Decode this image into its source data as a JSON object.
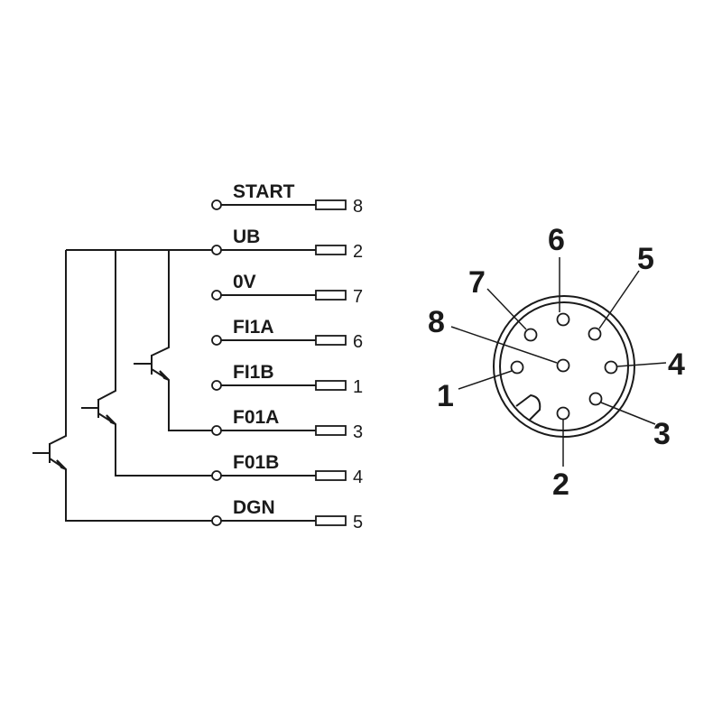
{
  "wiring": {
    "rows": [
      {
        "signal": "START",
        "pin": "8"
      },
      {
        "signal": "UB",
        "pin": "2"
      },
      {
        "signal": "0V",
        "pin": "7"
      },
      {
        "signal": "FI1A",
        "pin": "6"
      },
      {
        "signal": "FI1B",
        "pin": "1"
      },
      {
        "signal": "F01A",
        "pin": "3"
      },
      {
        "signal": "F01B",
        "pin": "4"
      },
      {
        "signal": "DGN",
        "pin": "5"
      }
    ]
  },
  "connector": {
    "pins": [
      "1",
      "2",
      "3",
      "4",
      "5",
      "6",
      "7",
      "8"
    ]
  },
  "colors": {
    "ink": "#1a1a1a",
    "background": "#ffffff"
  }
}
